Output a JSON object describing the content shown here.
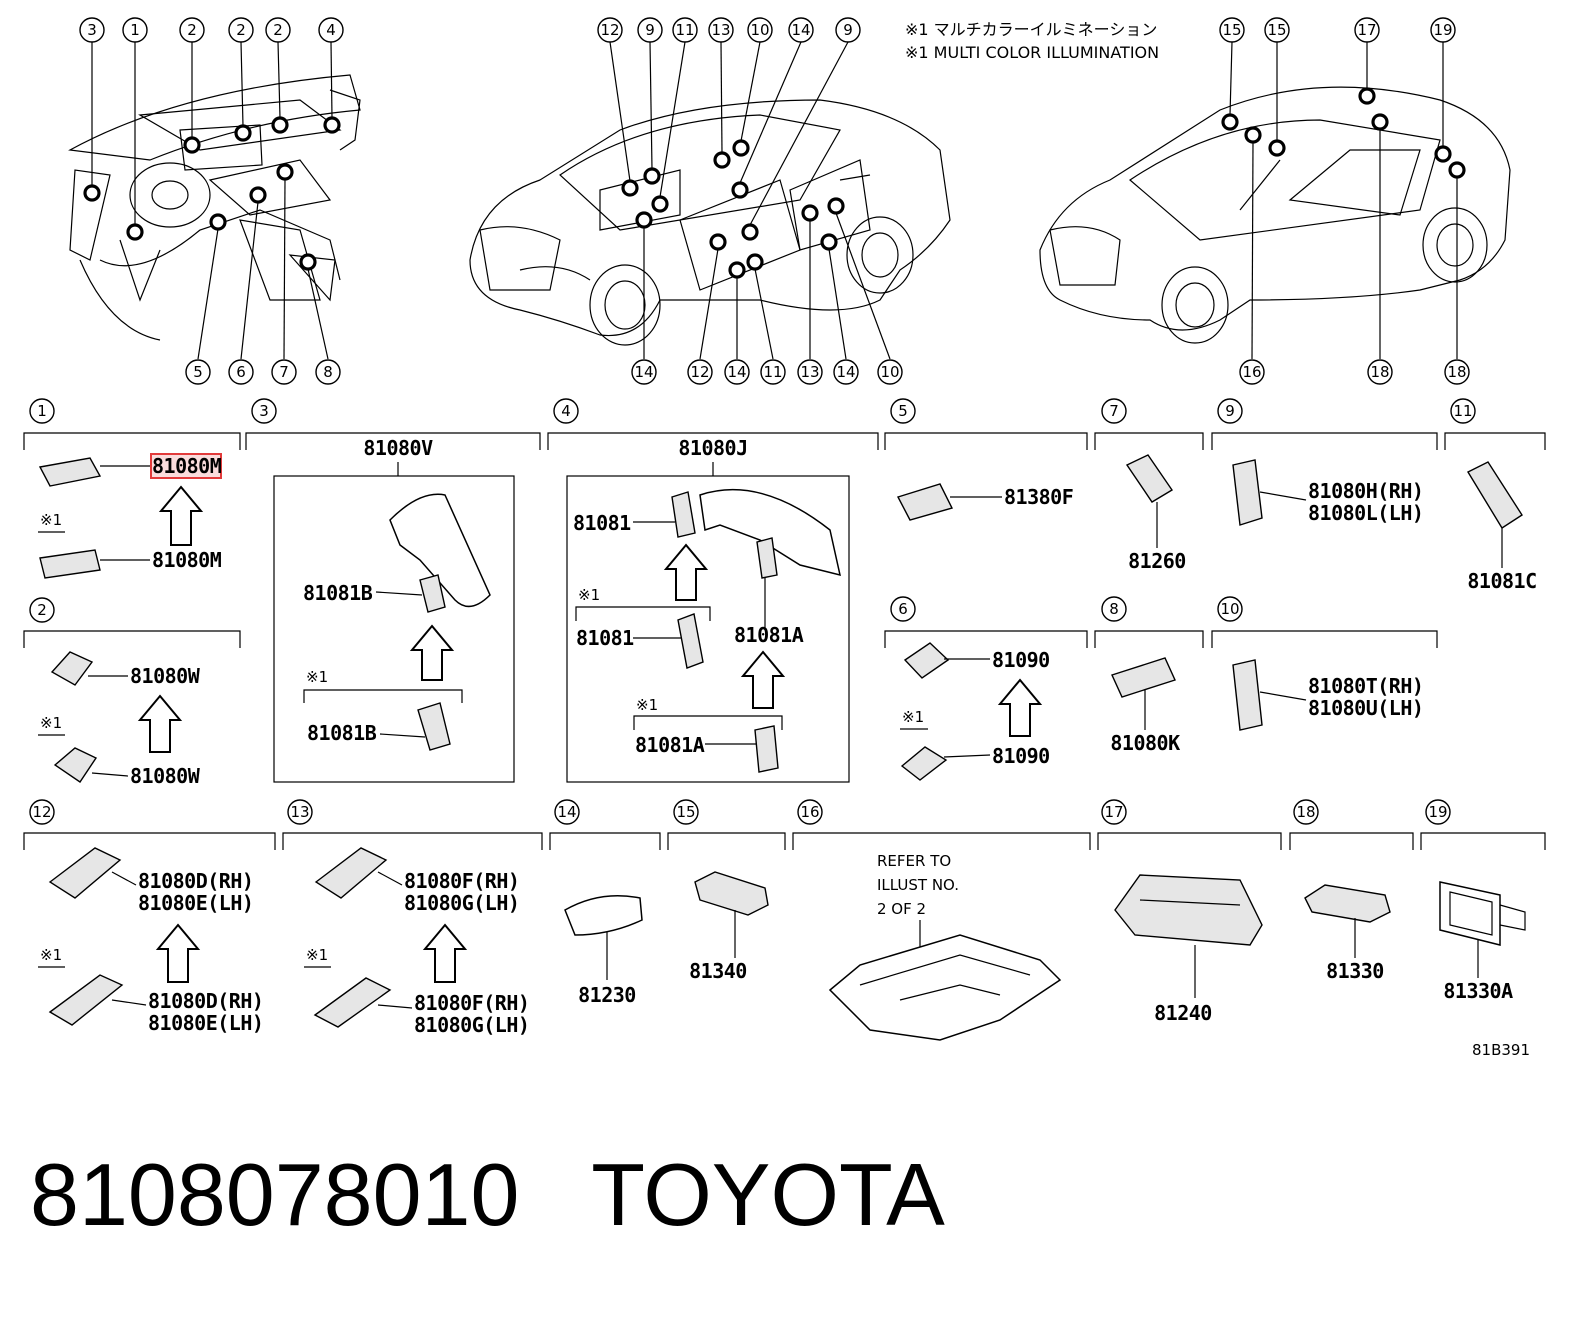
{
  "note": {
    "jp": "※1 マルチカラーイルミネーション",
    "en": "※1 MULTI COLOR ILLUMINATION"
  },
  "diagram_code": "81B391",
  "symbol_note": "※1",
  "refer_note": [
    "REFER TO",
    "ILLUST NO.",
    "2 OF 2"
  ],
  "caption": {
    "part_number": "8108078010",
    "brand": "TOYOTA"
  },
  "highlight": {
    "color": "#e23b3b",
    "part": "81080M"
  },
  "callouts": {
    "top": [
      "3",
      "1",
      "2",
      "2",
      "2",
      "4",
      "12",
      "9",
      "11",
      "13",
      "10",
      "14",
      "9",
      "15",
      "15",
      "17",
      "19"
    ],
    "bottom": [
      "5",
      "6",
      "7",
      "8",
      "14",
      "12",
      "14",
      "11",
      "13",
      "14",
      "10",
      "16",
      "18",
      "18"
    ]
  },
  "sections": {
    "s1": {
      "num": "1",
      "p1": "81080M",
      "p2": "81080M"
    },
    "s2": {
      "num": "2",
      "p1": "81080W",
      "p2": "81080W"
    },
    "s3": {
      "num": "3",
      "header": "81080V",
      "p1": "81081B",
      "p2": "81081B"
    },
    "s4": {
      "num": "4",
      "header": "81080J",
      "p1": "81081",
      "p2": "81081",
      "p3": "81081A",
      "p4": "81081A"
    },
    "s5": {
      "num": "5",
      "p1": "81380F"
    },
    "s6": {
      "num": "6",
      "p1": "81090",
      "p2": "81090"
    },
    "s7": {
      "num": "7",
      "p1": "81260"
    },
    "s8": {
      "num": "8",
      "p1": "81080K"
    },
    "s9": {
      "num": "9",
      "p1": "81080H(RH)",
      "p2": "81080L(LH)"
    },
    "s10": {
      "num": "10",
      "p1": "81080T(RH)",
      "p2": "81080U(LH)"
    },
    "s11": {
      "num": "11",
      "p1": "81081C"
    },
    "s12": {
      "num": "12",
      "p1": "81080D(RH)",
      "p2": "81080E(LH)",
      "p3": "81080D(RH)",
      "p4": "81080E(LH)"
    },
    "s13": {
      "num": "13",
      "p1": "81080F(RH)",
      "p2": "81080G(LH)",
      "p3": "81080F(RH)",
      "p4": "81080G(LH)"
    },
    "s14": {
      "num": "14",
      "p1": "81230"
    },
    "s15": {
      "num": "15",
      "p1": "81340"
    },
    "s16": {
      "num": "16"
    },
    "s17": {
      "num": "17",
      "p1": "81240"
    },
    "s18": {
      "num": "18",
      "p1": "81330"
    },
    "s19": {
      "num": "19",
      "p1": "81330A"
    }
  }
}
